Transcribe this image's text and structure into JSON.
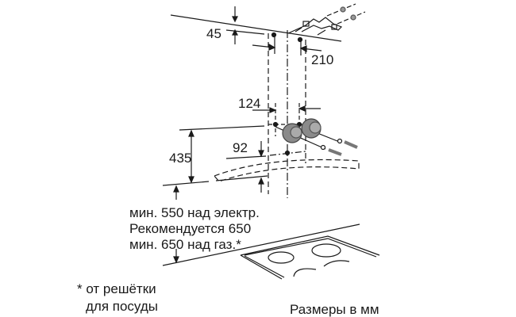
{
  "dimensions": {
    "ceiling_offset": "45",
    "bracket_spacing": "210",
    "fixing_spacing": "124",
    "height_435": "435",
    "offset_92": "92"
  },
  "notes": {
    "line1": "мин. 550 над электр.",
    "line2": "Рекомендуется 650",
    "line3": "мин. 650 над газ.*",
    "footnote_line1": "* от решётки",
    "footnote_line2": "для посуды",
    "units": "Размеры в мм"
  },
  "colors": {
    "line": "#1a1a1a",
    "fan": "#7a7a7a"
  }
}
